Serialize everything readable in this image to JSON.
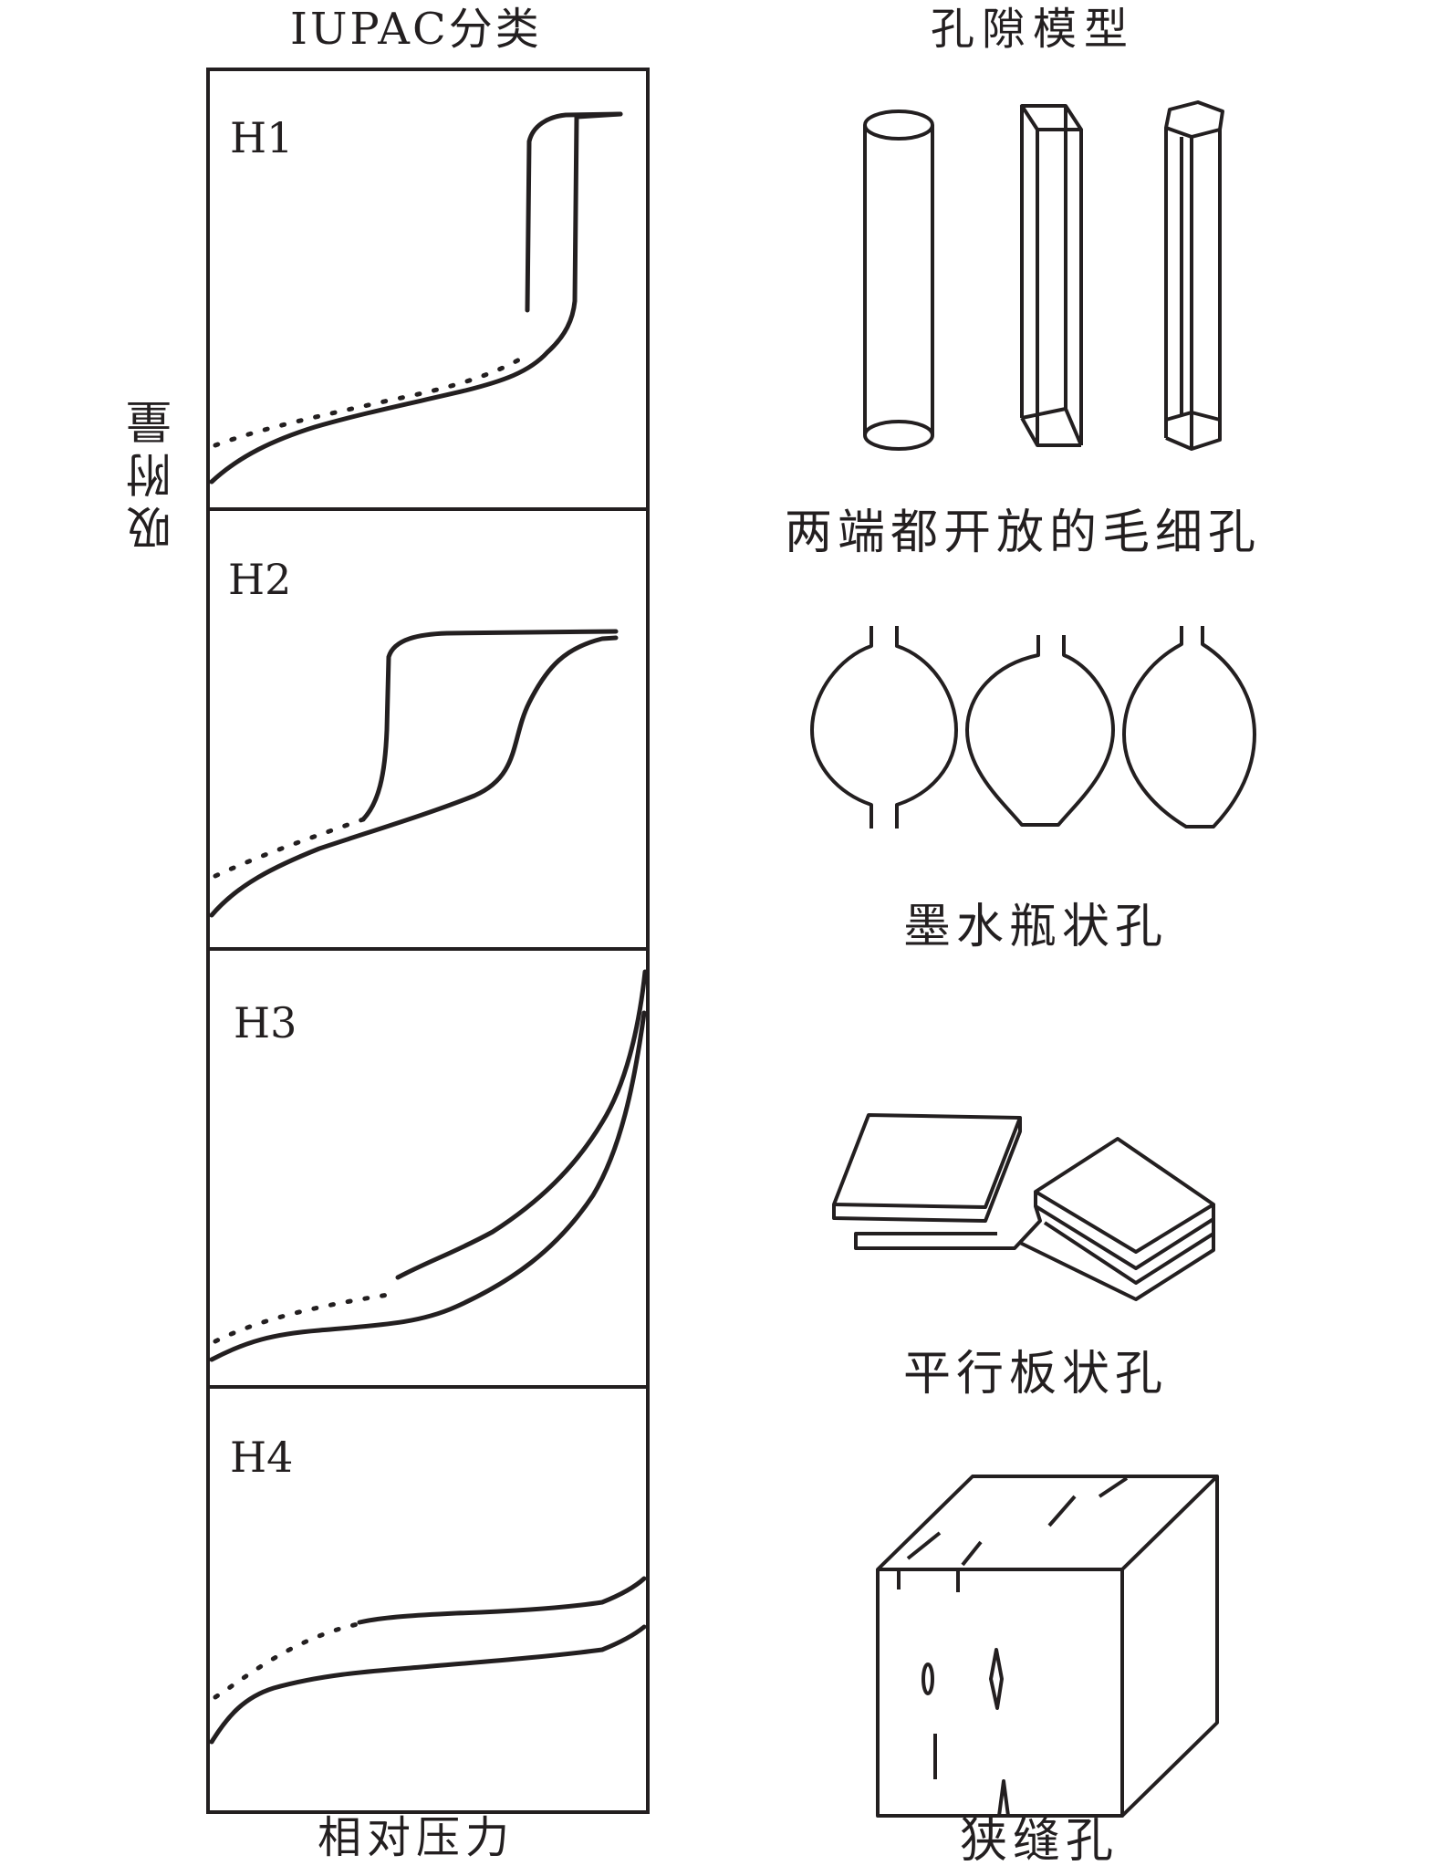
{
  "header": {
    "left_title": "IUPAC分类",
    "right_title": "孔隙模型"
  },
  "axes": {
    "y_label": "吸附量",
    "x_label": "相对压力"
  },
  "panels": [
    {
      "label": "H1"
    },
    {
      "label": "H2"
    },
    {
      "label": "H3"
    },
    {
      "label": "H4"
    }
  ],
  "pore_models": [
    {
      "caption": "两端都开放的毛细孔",
      "icon": "open-capillary-icon"
    },
    {
      "caption": "墨水瓶状孔",
      "icon": "ink-bottle-pore-icon"
    },
    {
      "caption": "平行板状孔",
      "icon": "parallel-plate-pore-icon"
    },
    {
      "caption": "狭缝孔",
      "icon": "slit-pore-icon"
    }
  ]
}
